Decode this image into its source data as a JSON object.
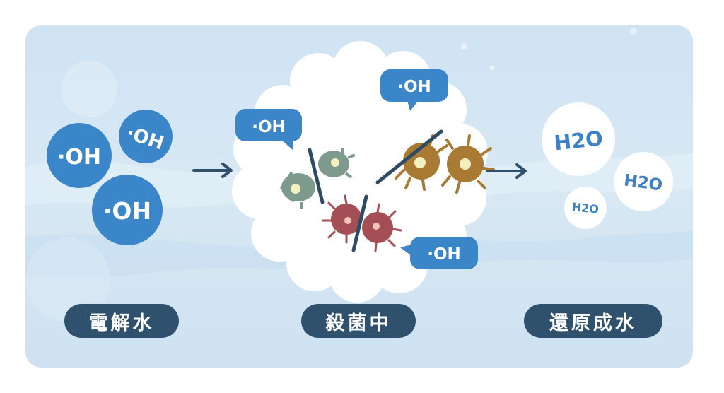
{
  "diagram": {
    "stages": [
      {
        "label": "電解水"
      },
      {
        "label": "殺菌中"
      },
      {
        "label": "還原成水"
      }
    ],
    "radical": "·OH",
    "water": "H2O",
    "colors": {
      "radical_blue": "#3a86c8",
      "label_bg": "#2f516e",
      "arrow": "#2f516e",
      "germ_green": "#7d9a8c",
      "germ_red": "#a44f56",
      "germ_brown": "#a87a33",
      "slash": "#2f4a63"
    }
  }
}
